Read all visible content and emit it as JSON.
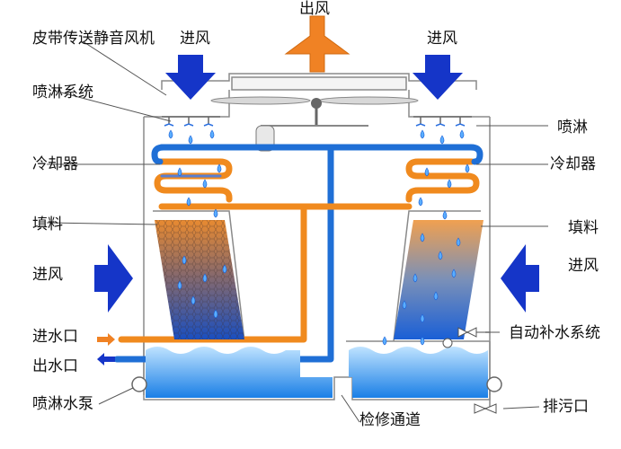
{
  "labels": {
    "air_out": "出风",
    "belt_fan": "皮带传送静音风机",
    "air_in_top_left": "进风",
    "air_in_top_right": "进风",
    "spray_system": "喷淋系统",
    "spray_right": "喷淋",
    "cooler_left": "冷却器",
    "cooler_right": "冷却器",
    "fill_left": "填料",
    "fill_right": "填料",
    "air_in_left": "进风",
    "air_in_right": "进风",
    "water_inlet": "进水口",
    "water_outlet": "出水口",
    "auto_makeup": "自动补水系统",
    "spray_pump": "喷淋水泵",
    "drain": "排污口",
    "access": "检修通道"
  },
  "colors": {
    "blue_arrow": "#1535c8",
    "orange_arrow": "#f08224",
    "pipe_blue": "#1f6fd6",
    "pipe_orange": "#f08a1e",
    "water": "#1a7fe6",
    "frame": "#8a8a8a"
  }
}
